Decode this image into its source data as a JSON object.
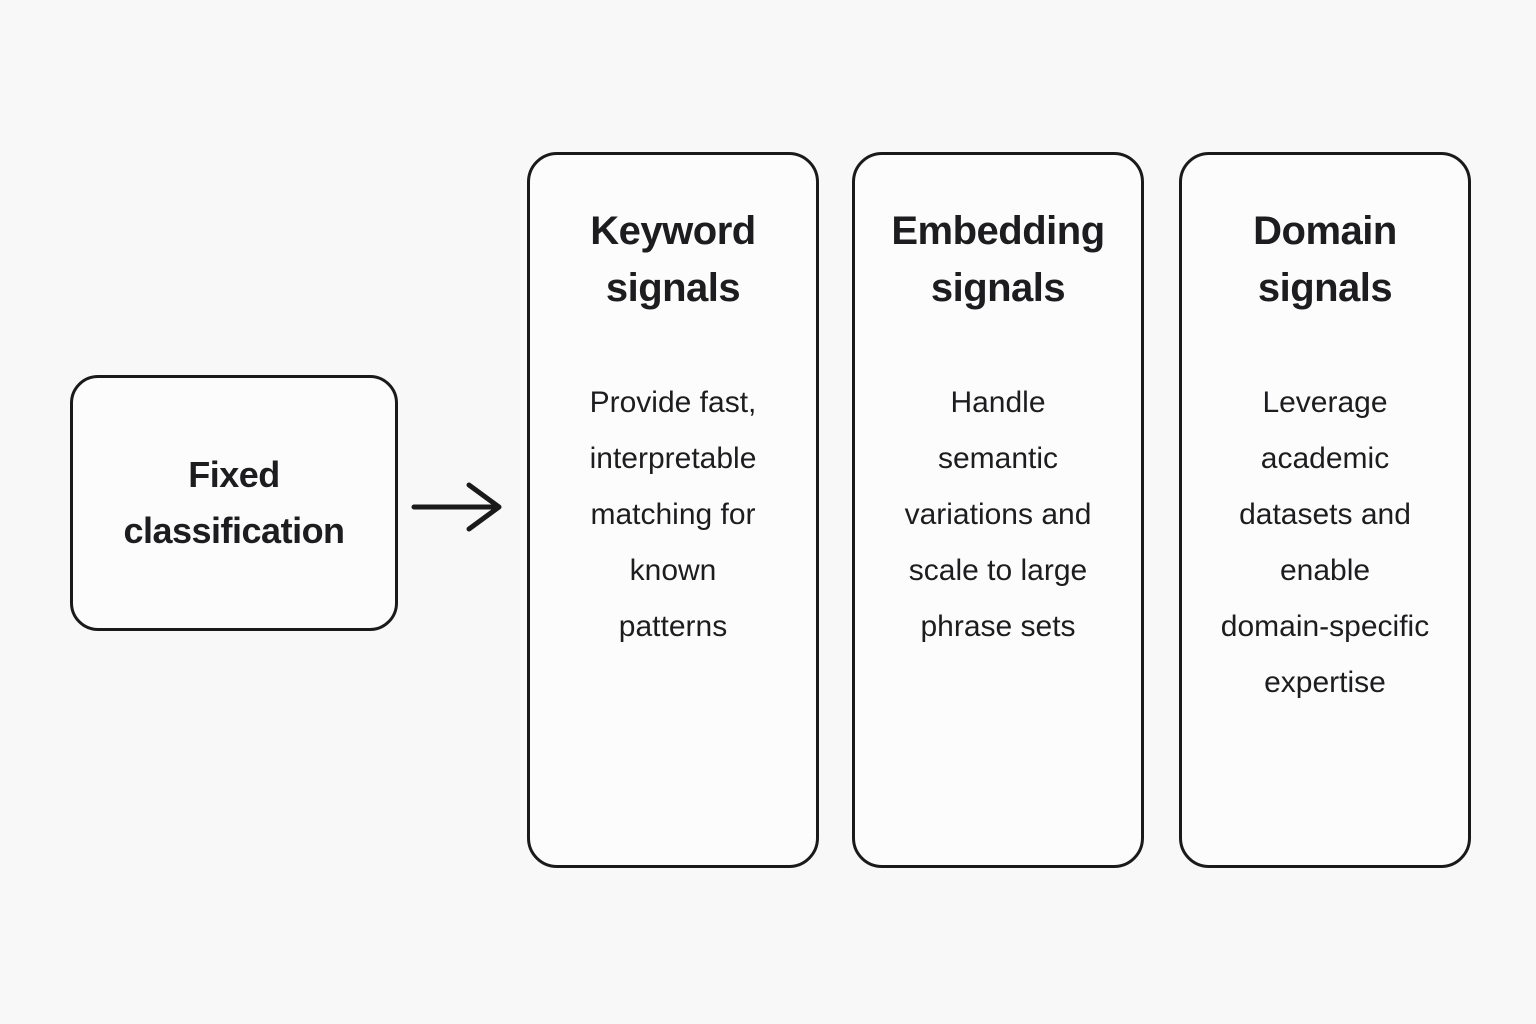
{
  "diagram": {
    "source_box": {
      "label": "Fixed\nclassification"
    },
    "arrow": {
      "icon": "arrow-right-icon",
      "direction": "right"
    },
    "cards": [
      {
        "title": "Keyword\nsignals",
        "description": "Provide fast,\ninterpretable\nmatching for\nknown\npatterns"
      },
      {
        "title": "Embedding\nsignals",
        "description": "Handle\nsemantic\nvariations and\nscale to large\nphrase sets"
      },
      {
        "title": "Domain\nsignals",
        "description": "Leverage\nacademic\ndatasets and\nenable\ndomain-specific\nexpertise"
      }
    ],
    "colors": {
      "text": "#1d1d1f",
      "border": "#1a1a1a",
      "page_background": "#f8f8f8",
      "card_background": "#fcfcfc"
    }
  }
}
